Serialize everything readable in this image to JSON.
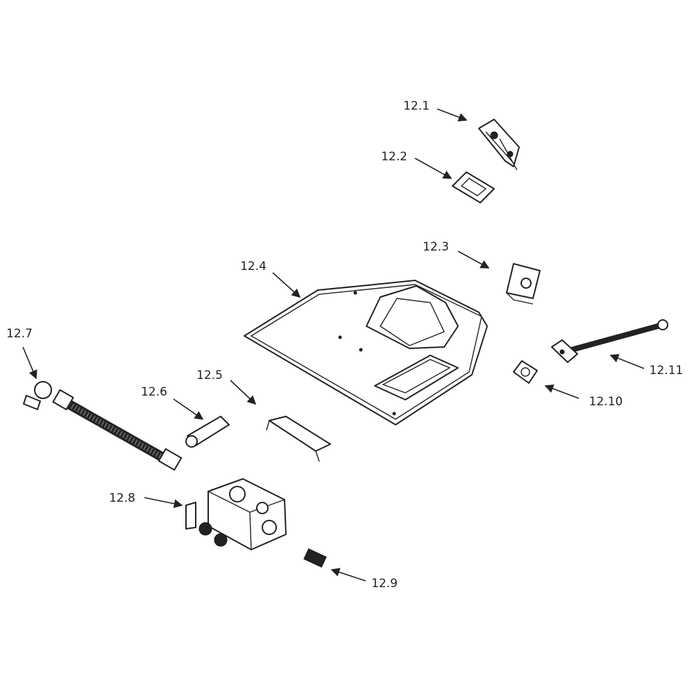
{
  "diagram": {
    "parts": [
      {
        "id": "12.1",
        "label": "12.1"
      },
      {
        "id": "12.2",
        "label": "12.2"
      },
      {
        "id": "12.3",
        "label": "12.3"
      },
      {
        "id": "12.4",
        "label": "12.4"
      },
      {
        "id": "12.5",
        "label": "12.5"
      },
      {
        "id": "12.6",
        "label": "12.6"
      },
      {
        "id": "12.7",
        "label": "12.7"
      },
      {
        "id": "12.8",
        "label": "12.8"
      },
      {
        "id": "12.9",
        "label": "12.9"
      },
      {
        "id": "12.10",
        "label": "12.10"
      },
      {
        "id": "12.11",
        "label": "12.11"
      }
    ]
  }
}
